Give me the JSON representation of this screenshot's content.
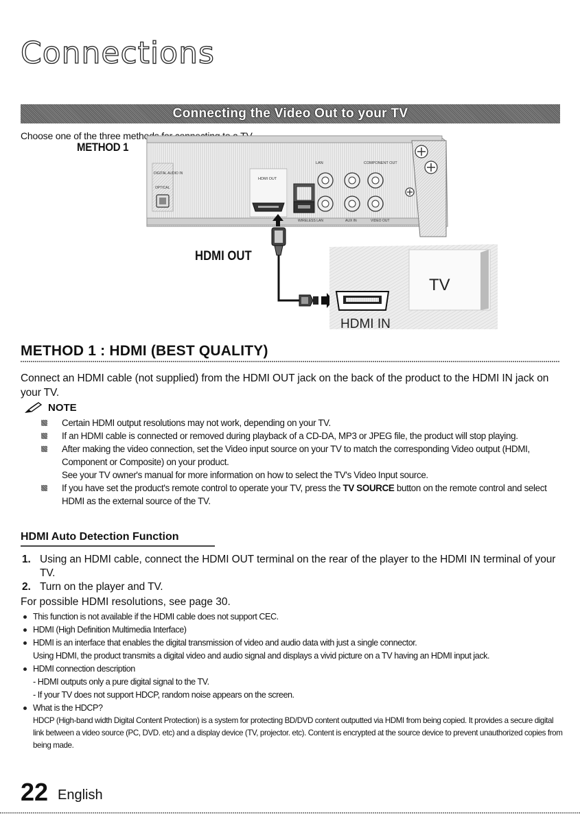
{
  "page": {
    "title": "Connections",
    "banner": "Connecting the Video Out to your TV",
    "intro": "Choose one of the three methods for connecting to a TV."
  },
  "diagram": {
    "method_label": "METHOD 1",
    "hdmi_out_label": "HDMI OUT",
    "tv_label": "TV",
    "hdmi_in_label": "HDMI IN",
    "panel_labels": {
      "digital_audio_in": "DIGITAL AUDIO IN",
      "optical": "OPTICAL",
      "hdmi_out": "HDMI OUT",
      "lan": "LAN",
      "component_out": "COMPONENT OUT",
      "wireless_lan": "WIRELESS LAN",
      "aux_in": "AUX IN",
      "video_out": "VIDEO OUT"
    }
  },
  "section": {
    "heading": "METHOD 1 : HDMI (BEST QUALITY)",
    "paragraph": "Connect an HDMI cable (not supplied) from the HDMI OUT jack on the back of the product to the HDMI IN jack on your TV."
  },
  "note": {
    "label": "NOTE",
    "items": [
      {
        "text": "Certain HDMI output resolutions may not work, depending on your TV."
      },
      {
        "text": "If an HDMI cable is connected or removed during playback of a CD-DA, MP3 or JPEG file, the product will stop playing."
      },
      {
        "text": "After making the video connection, set the Video input source on your TV to match the corresponding Video output (HDMI, Component or Composite) on your product.",
        "text2": "See your TV owner's manual for more information on how to select the TV's Video Input source."
      },
      {
        "pre": "If you have set the product's remote control to operate your TV, press the ",
        "bold": "TV SOURCE",
        "post": " button on the remote control and select HDMI as the external source of the TV."
      }
    ]
  },
  "auto_detect": {
    "heading": "HDMI Auto Detection Function",
    "steps": [
      {
        "num": "1.",
        "text": "Using an HDMI cable, connect the HDMI OUT terminal on the rear of the player to the HDMI IN terminal of your TV."
      },
      {
        "num": "2.",
        "text": "Turn on the player and TV."
      }
    ],
    "resolutions": "For possible HDMI resolutions, see page 30.",
    "bullets": {
      "b1": "This function is not available if the HDMI cable does not support CEC.",
      "b2": "HDMI (High Definition Multimedia Interface)",
      "b3": "HDMI is an interface that enables the digital transmission of video and audio data with just a single connector.",
      "b3b": "Using HDMI, the product transmits a digital video and audio signal and displays a vivid picture on a TV having an HDMI input jack.",
      "b4": "HDMI connection description",
      "b4a": "- HDMI outputs only a pure digital signal to the TV.",
      "b4b": "- If your TV does not support HDCP, random noise appears on the screen.",
      "b5": "What is the HDCP?",
      "b5b": "HDCP (High-band width Digital Content Protection) is a system for protecting BD/DVD content outputted via HDMI from being copied. It provides a secure digital link between a video source (PC, DVD. etc) and a display device (TV, projector. etc). Content is encrypted at the source device to prevent unauthorized copies from being made."
    }
  },
  "footer": {
    "page_number": "22",
    "language": "English"
  }
}
